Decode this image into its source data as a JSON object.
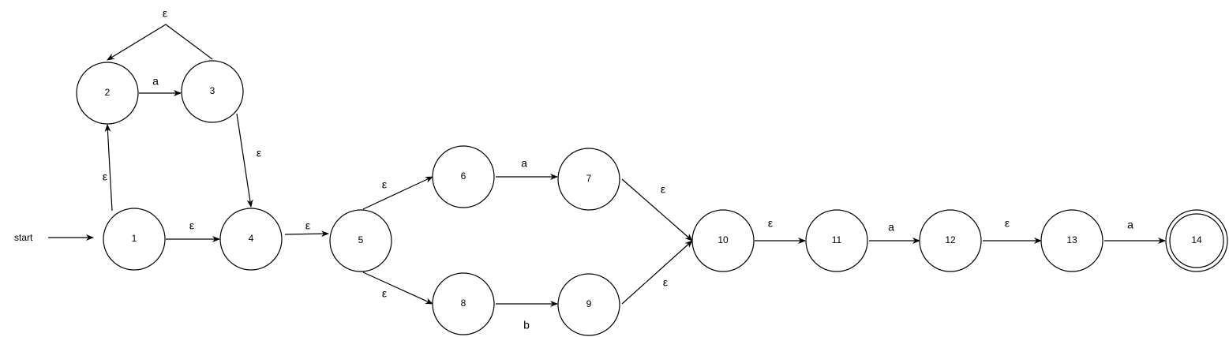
{
  "start_label": "start",
  "states": [
    {
      "id": "1",
      "label": "1",
      "accepting": false
    },
    {
      "id": "2",
      "label": "2",
      "accepting": false
    },
    {
      "id": "3",
      "label": "3",
      "accepting": false
    },
    {
      "id": "4",
      "label": "4",
      "accepting": false
    },
    {
      "id": "5",
      "label": "5",
      "accepting": false
    },
    {
      "id": "6",
      "label": "6",
      "accepting": false
    },
    {
      "id": "7",
      "label": "7",
      "accepting": false
    },
    {
      "id": "8",
      "label": "8",
      "accepting": false
    },
    {
      "id": "9",
      "label": "9",
      "accepting": false
    },
    {
      "id": "10",
      "label": "10",
      "accepting": false
    },
    {
      "id": "11",
      "label": "11",
      "accepting": false
    },
    {
      "id": "12",
      "label": "12",
      "accepting": false
    },
    {
      "id": "13",
      "label": "13",
      "accepting": false
    },
    {
      "id": "14",
      "label": "14",
      "accepting": true
    }
  ],
  "transitions": [
    {
      "id": "1-2",
      "from": "1",
      "to": "2",
      "label": "ε"
    },
    {
      "id": "2-3",
      "from": "2",
      "to": "3",
      "label": "a"
    },
    {
      "id": "3-2",
      "from": "3",
      "to": "2",
      "label": "ε"
    },
    {
      "id": "3-4",
      "from": "3",
      "to": "4",
      "label": "ε"
    },
    {
      "id": "1-4",
      "from": "1",
      "to": "4",
      "label": "ε"
    },
    {
      "id": "4-5",
      "from": "4",
      "to": "5",
      "label": "ε"
    },
    {
      "id": "5-6",
      "from": "5",
      "to": "6",
      "label": "ε"
    },
    {
      "id": "6-7",
      "from": "6",
      "to": "7",
      "label": "a"
    },
    {
      "id": "7-10",
      "from": "7",
      "to": "10",
      "label": "ε"
    },
    {
      "id": "5-8",
      "from": "5",
      "to": "8",
      "label": "ε"
    },
    {
      "id": "8-9",
      "from": "8",
      "to": "9",
      "label": "b"
    },
    {
      "id": "9-10",
      "from": "9",
      "to": "10",
      "label": "ε"
    },
    {
      "id": "10-11",
      "from": "10",
      "to": "11",
      "label": "ε"
    },
    {
      "id": "11-12",
      "from": "11",
      "to": "12",
      "label": "a"
    },
    {
      "id": "12-13",
      "from": "12",
      "to": "13",
      "label": "ε"
    },
    {
      "id": "13-14",
      "from": "13",
      "to": "14",
      "label": "a"
    }
  ]
}
